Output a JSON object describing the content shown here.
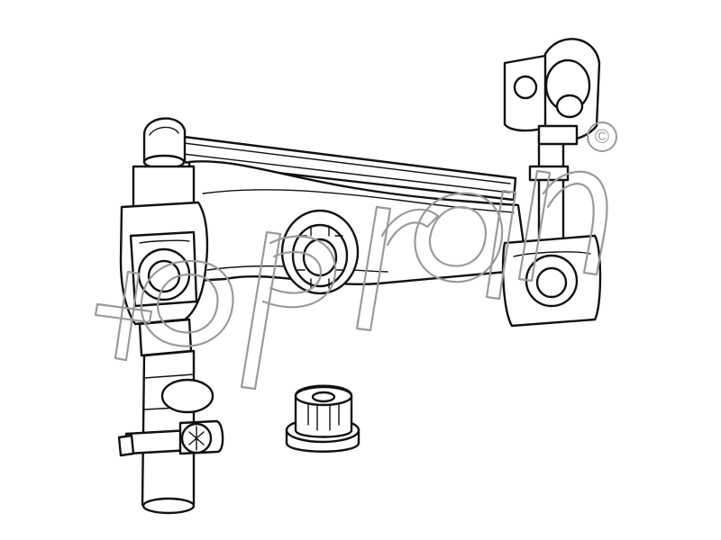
{
  "watermark": {
    "brand": "topran",
    "symbol": "©",
    "color": "#9a9a9a"
  },
  "drawing": {
    "line_color": "#111111",
    "fill_color": "#ffffff",
    "parts": [
      "gear-linkage-assembly",
      "bushing"
    ]
  }
}
